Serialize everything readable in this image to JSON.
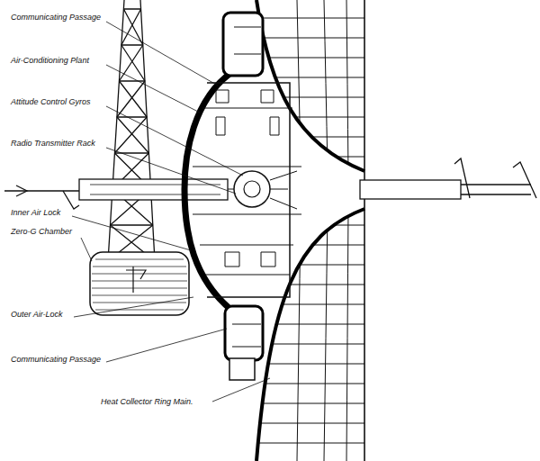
{
  "diagram": {
    "labels": [
      "Communicating Passage",
      "Air-Conditioning Plant",
      "Attitude Control Gyros",
      "Radio Transmitter Rack",
      "Inner Air Lock",
      "Zero-G Chamber",
      "Outer Air-Lock",
      "Communicating Passage",
      "Heat Collector Ring Main."
    ]
  }
}
